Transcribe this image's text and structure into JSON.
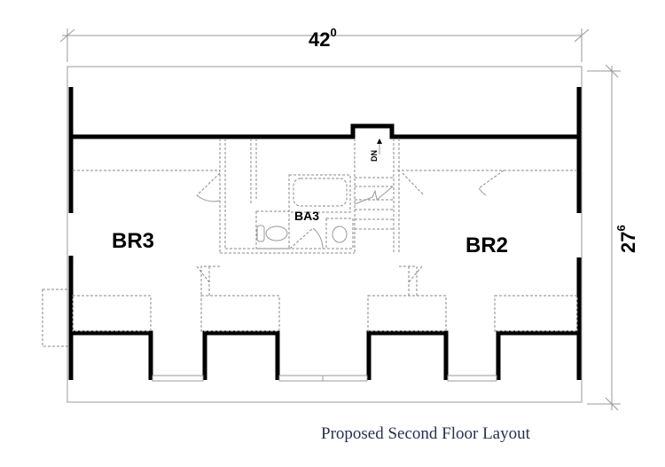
{
  "dimensions": {
    "width_main": "42",
    "width_sup": "0",
    "depth_main": "27",
    "depth_sup": "6"
  },
  "rooms": {
    "br3": "BR3",
    "br2": "BR2",
    "ba3": "BA3"
  },
  "stairs": {
    "label": "DN"
  },
  "caption": "Proposed Second Floor Layout"
}
